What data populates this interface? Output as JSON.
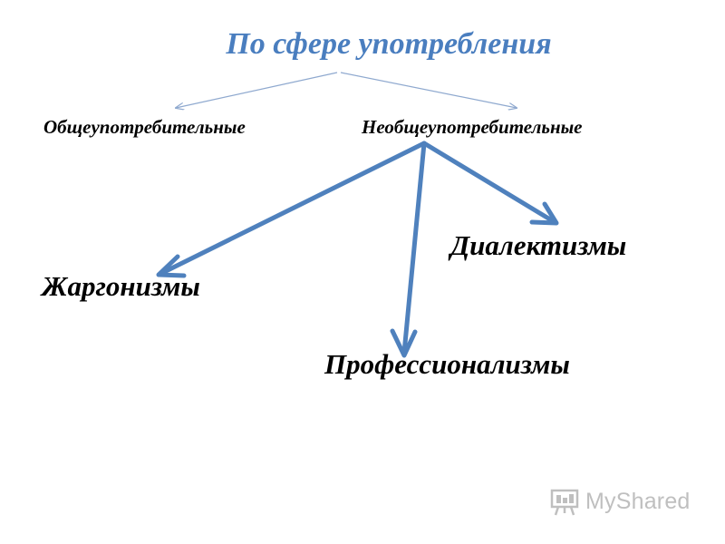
{
  "diagram": {
    "title": "По сфере употребления",
    "categories": {
      "common": "Общеупотребительные",
      "uncommon": "Необщеупотребительные"
    },
    "subcategories": {
      "jargon": "Жаргонизмы",
      "dialect": "Диалектизмы",
      "professional": "Профессионализмы"
    }
  },
  "watermark": {
    "brand": "MyShared",
    "icon": "presentation-board-icon"
  },
  "colors": {
    "title": "#4a7ebf",
    "thin_arrow": "#8fa9cf",
    "thick_arrow": "#4f81bd",
    "text": "#000000",
    "watermark": "#b9b9b9"
  }
}
